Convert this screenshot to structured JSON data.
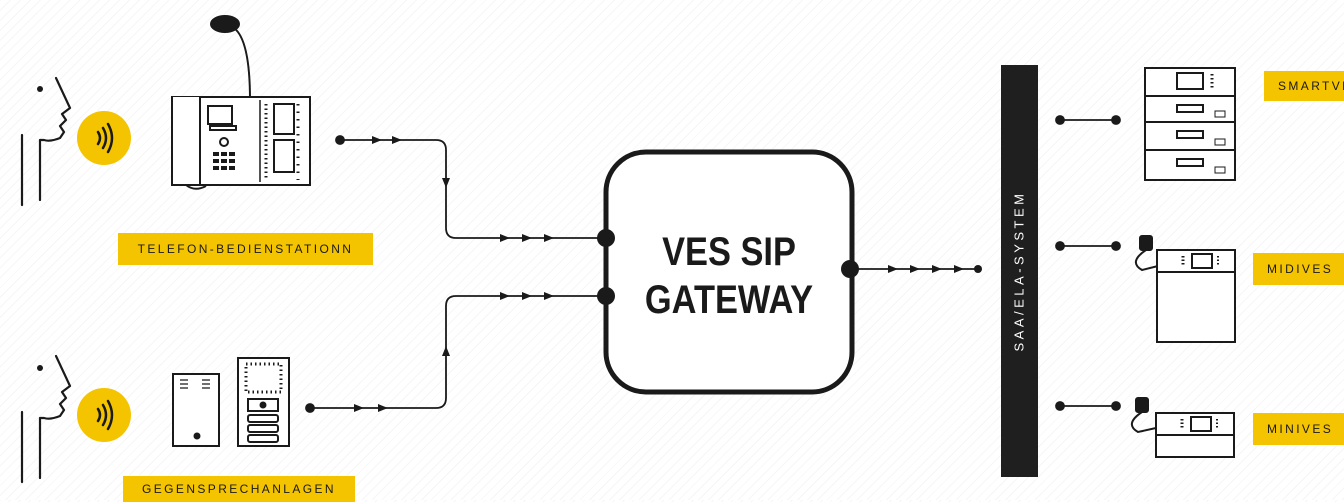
{
  "gateway": {
    "line1": "VES SIP",
    "line2": "GATEWAY"
  },
  "bus": {
    "label": "SAA/ELA-SYSTEM"
  },
  "inputs": [
    {
      "label": "TELEFON-BEDIENSTATIONN"
    },
    {
      "label": "GEGENSPRECHANLAGEN"
    }
  ],
  "outputs": [
    {
      "label": "SMARTVES"
    },
    {
      "label": "MIDIVES"
    },
    {
      "label": "MINIVES"
    }
  ],
  "colors": {
    "accent": "#f5c400",
    "ink": "#1a1a1a",
    "bar": "#1f1f1f"
  }
}
